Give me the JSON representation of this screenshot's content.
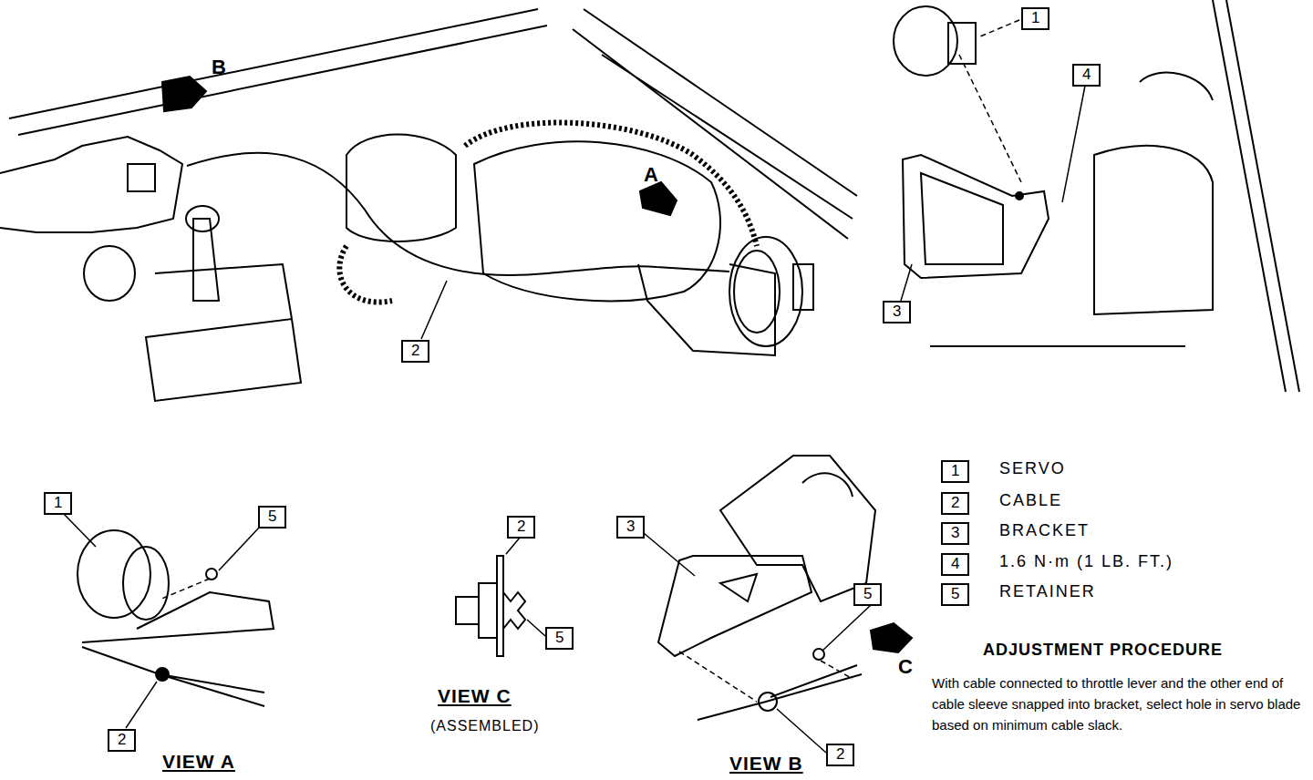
{
  "diagram": {
    "labels": [
      "B",
      "A",
      "1",
      "4",
      "2",
      "3",
      "1",
      "5",
      "2",
      "VIEW A",
      "2",
      "5",
      "VIEW C",
      "(ASSEMBLED)",
      "3",
      "5",
      "C",
      "2",
      "VIEW B",
      "1",
      "SERVO",
      "2",
      "CABLE",
      "3",
      "BRACKET",
      "4",
      "1.6 N·m (1 LB. FT.)",
      "5",
      "RETAINER",
      "ADJUSTMENT PROCEDURE",
      "With cable connected to throttle lever and the other end of cable sleeve snapped into bracket, select hole in servo blade based on minimum cable slack."
    ]
  }
}
